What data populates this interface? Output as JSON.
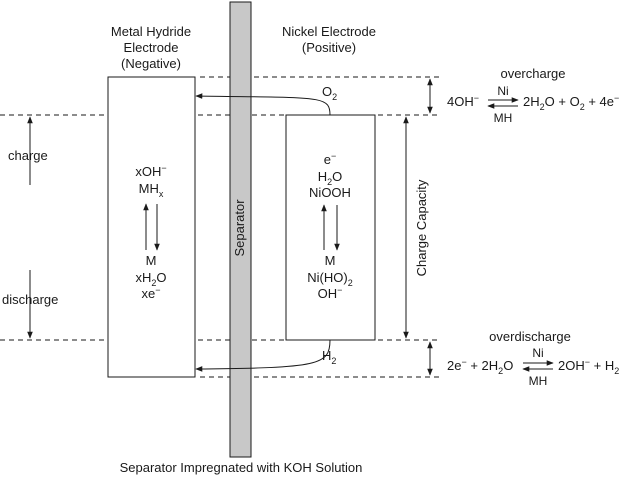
{
  "labels": {
    "metal_hydride": [
      "Metal Hydride",
      "Electrode",
      "(Negative)"
    ],
    "nickel": [
      "Nickel Electrode",
      "(Positive)"
    ],
    "separator": "Separator",
    "charge_capacity": "Charge Capacity",
    "charge": "charge",
    "discharge": "discharge",
    "overcharge": "overcharge",
    "overdischarge": "overdischarge",
    "caption": "Separator Impregnated with KOH Solution"
  },
  "gases": {
    "o2": "O",
    "o2_sub": "2",
    "h2": "H",
    "h2_sub": "2"
  },
  "negative_electrode": {
    "top": [
      "xOH",
      "MH"
    ],
    "top_sup": "−",
    "top_sub": "x",
    "bottom": [
      "M",
      "xH",
      "O",
      "xe"
    ],
    "bottom_sub": "2",
    "bottom_sup": "−"
  },
  "positive_electrode": {
    "top": [
      "e",
      "H",
      "O",
      "NiOOH"
    ],
    "top_sup": "−",
    "top_sub": "2",
    "bottom": [
      "M",
      "Ni(HO)",
      "OH"
    ],
    "bottom_sub": "2",
    "bottom_sup": "−"
  },
  "reactions": {
    "overcharge": {
      "left": "4OH",
      "left_sup": "−",
      "catalyst": "Ni",
      "reverse": "MH",
      "right_parts": [
        "2H",
        "2",
        "O + O",
        "2",
        " + 4e",
        "−"
      ]
    },
    "overdischarge": {
      "left_parts": [
        "2e",
        "−",
        " + 2H",
        "2",
        "O"
      ],
      "catalyst": "Ni",
      "reverse": "MH",
      "right_parts": [
        "2OH",
        "−",
        " + H",
        "2"
      ]
    }
  }
}
